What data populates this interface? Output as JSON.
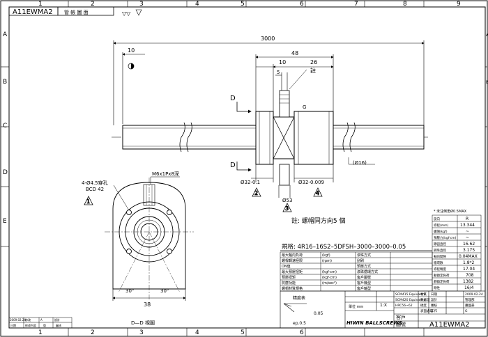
{
  "drawing_number": "A11EWMA2",
  "header_label": "管 帳 圖 面",
  "surface_symbol": "▽▽",
  "zone_columns": [
    "1",
    "2",
    "3",
    "4",
    "5",
    "6",
    "7",
    "8",
    "9"
  ],
  "zone_rows": [
    "A",
    "B",
    "C",
    "D",
    "E"
  ],
  "dimensions": {
    "overall_length": "3000",
    "end_length": "10",
    "nut_length": "48",
    "flange_offset": "10",
    "flange_width": "26",
    "oil_hole": "5",
    "shaft_dia": "(Ø16)",
    "nut_dia": "Ø32-0.1",
    "nut_dia_tol": "Ø32-0.009",
    "flange_dia": "Ø53",
    "note_ref": "註",
    "flange_height": "38",
    "angle_left": "30°",
    "angle_right": "30°",
    "thread_spec": "M6x1Px8深",
    "hole_spec": "4-Ø4.5穿孔",
    "bcd": "BCD 42"
  },
  "section_labels": {
    "upper": "D",
    "lower": "D",
    "view": "D—D  視圖"
  },
  "callouts": [
    "1",
    "2",
    "3",
    "4"
  ],
  "note_text": "註: 螺帽同方向5 個",
  "spec_line": "規格: 4R16–16S2–5DFSH–3000–3000–0.05",
  "edge_note": "* 未注倒角Ø0.5MAX",
  "spec_left_rows": [
    [
      "最大軸向負荷",
      "(kgf)",
      "滾珠方式",
      ""
    ],
    [
      "螺桿轉速極限",
      "(rpm)",
      "刮刷",
      ""
    ],
    [
      "DN值",
      "",
      "預壓方式",
      ""
    ],
    [
      "最大預壓扭矩",
      "(kgf·cm)",
      "滾珠循環方式",
      ""
    ],
    [
      "預壓扭矩",
      "(kgf·cm)",
      "客戶圖號",
      ""
    ],
    [
      "防塵功能",
      "(m/sec²)",
      "客戶機型",
      ""
    ],
    [
      "螺帽材質規格",
      "",
      "客戶軸型",
      ""
    ]
  ],
  "spec_right_rows": [
    [
      "R",
      "旋向"
    ],
    [
      "13.344",
      "導程(mm)"
    ],
    [
      "~",
      "螺帽(kgf)"
    ],
    [
      "~",
      "預壓力(kgf·cm)"
    ],
    [
      "16.62",
      "節圓直徑"
    ],
    [
      "3.175",
      "鋼珠直徑"
    ],
    [
      "0.04MAX",
      "軸向間隙"
    ],
    [
      "1.8*2",
      "循環數"
    ],
    [
      "17.04",
      "導程精度"
    ],
    [
      "708",
      "動額定負荷"
    ],
    [
      "1382",
      "靜額定負荷"
    ],
    [
      "16/4",
      "剛性"
    ]
  ],
  "mat_rows": [
    [
      "SCM415 Equivalent",
      "材質",
      "日期",
      "2009.02.24"
    ],
    [
      "SCM420 Equivalent",
      "熱處理",
      "設計",
      "管理部"
    ],
    [
      "HRC56~62",
      "硬度",
      "審核",
      "蕭國豪"
    ],
    [
      "",
      "表面處理",
      "工作",
      "G"
    ]
  ],
  "roughness_label": "精度表",
  "scale": "1:X",
  "unit": "單位 mm",
  "customer_label": "客戶",
  "drawing_no_label": "圖號",
  "brand": "HIWIN BALLSCREWS",
  "tol_labels": [
    "0.05",
    "ep.0.5"
  ],
  "revision_rows": [
    [
      "2009.02.24",
      "修改",
      "A",
      "設計"
    ],
    [
      "日期",
      "修改內容",
      "版",
      "審核"
    ]
  ]
}
